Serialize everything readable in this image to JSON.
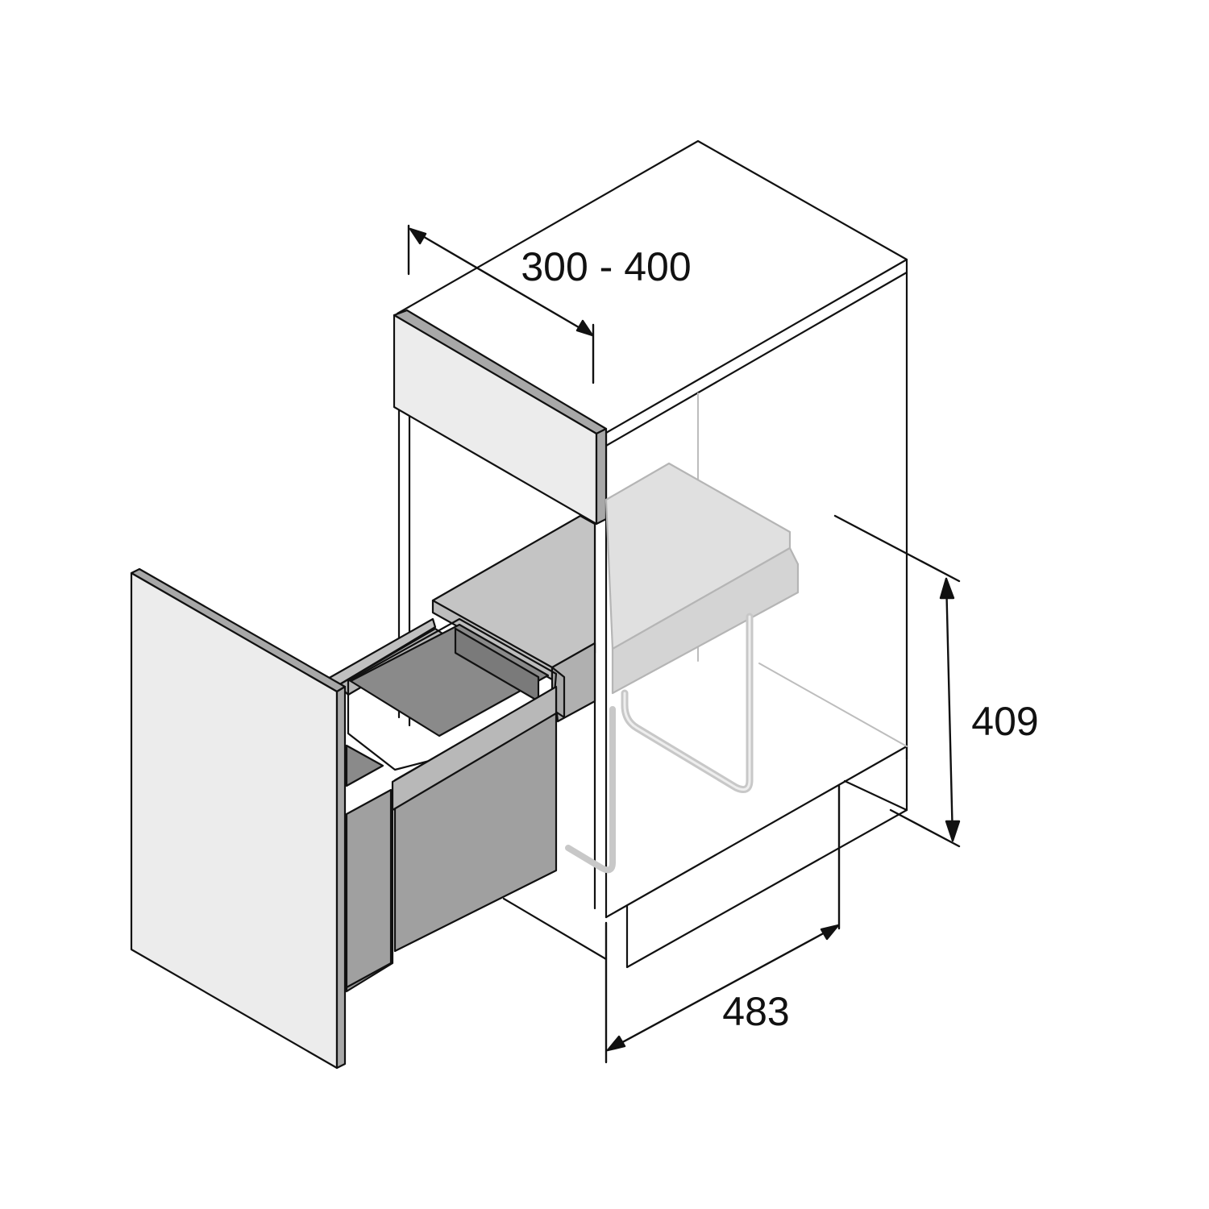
{
  "dimensions": {
    "width_range": "300 - 400",
    "height": "409",
    "depth": "483"
  },
  "colors": {
    "line": "#111111",
    "ghost_line": "#b8b8b8",
    "front_panel": "#ececec",
    "panel_edge": "#a8a8a8",
    "bin_inside": "#8a8a8a",
    "bin_outside": "#a0a0a0",
    "frame_top": "#c6c6c6",
    "ghost_fill": "#e2e2e2"
  }
}
